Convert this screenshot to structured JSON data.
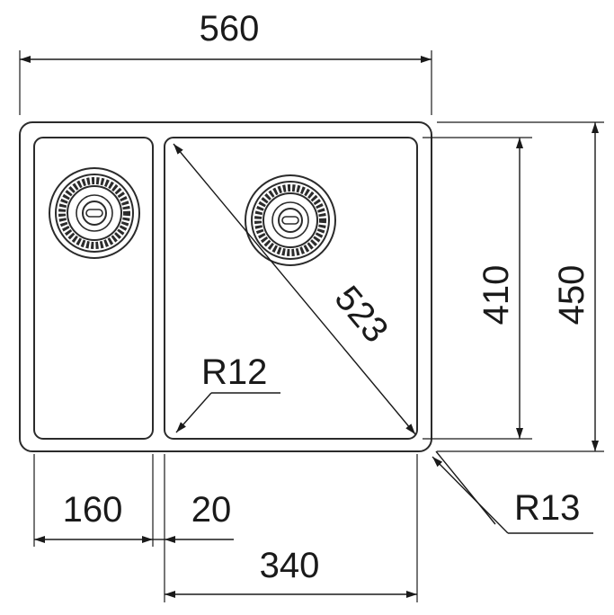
{
  "drawing": {
    "dimensions": {
      "overall_width": "560",
      "overall_height": "450",
      "inner_height": "410",
      "diagonal": "523",
      "small_bowl_width": "160",
      "divider_width": "20",
      "large_bowl_width": "340",
      "inner_radius": "R12",
      "outer_radius": "R13"
    },
    "colors": {
      "line": "#1a1a1a",
      "background": "#ffffff"
    }
  }
}
